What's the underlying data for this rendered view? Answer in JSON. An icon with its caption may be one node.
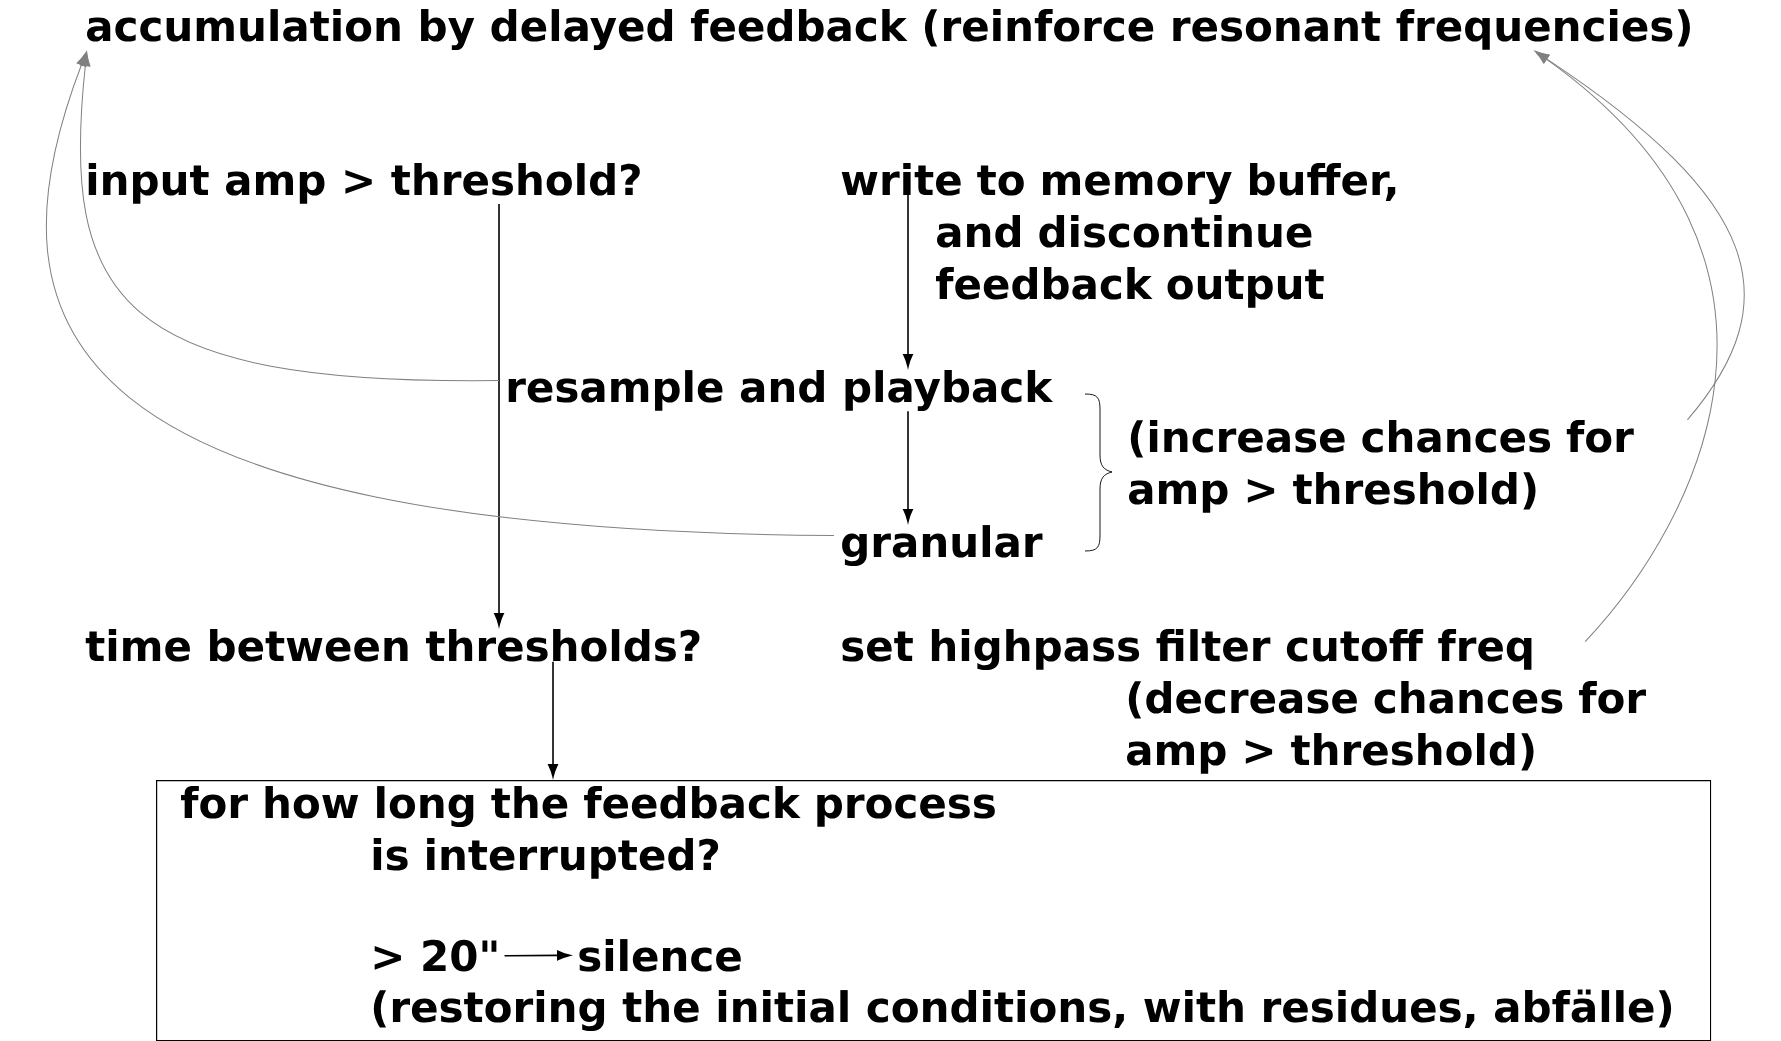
{
  "diagram": {
    "nodes": [
      {
        "text": [
          "accumulation by delayed feedback (reinforce resonant frequencies)"
        ]
      },
      {
        "text": [
          "input amp > threshold?"
        ]
      },
      {
        "text": [
          "write to memory buffer, and discontinue feedback output"
        ]
      },
      {
        "text": [
          "resample and playback"
        ]
      },
      {
        "text": [
          "granular"
        ]
      },
      {
        "text": [
          "(increase chances for amp > threshold)"
        ]
      },
      {
        "text": [
          "time between thresholds?"
        ]
      },
      {
        "text": [
          "set highpass filter cutoff freq",
          "(decrease chances for amp > threshold)"
        ]
      },
      {
        "text": [
          "for how long the feedback process is interrupted?"
        ]
      },
      {
        "text": [
          "> 20\""
        ],
        "in": 8
      },
      {
        "text": [
          "silence"
        ],
        "in": 8,
        "beside": [
          "(restoring the initial conditions, with residues, abfälle)"
        ]
      }
    ],
    "edges": [
      {
        "from": 1,
        "to": 6,
        "arrow": "to"
      },
      {
        "from": 2,
        "to": 3,
        "arrow": "to"
      },
      {
        "from": 3,
        "to": 4,
        "arrow": "to"
      },
      {
        "from": 6,
        "to": 8,
        "arrow": "to"
      },
      {
        "from": 9,
        "to": 10,
        "arrow": "to"
      },
      {
        "from": 3,
        "to": 0,
        "arrow": "to",
        "color": "#808080"
      },
      {
        "from": 4,
        "to": 0,
        "arrow": "to",
        "color": "#808080"
      },
      {
        "from": 5,
        "to": 0,
        "arrow": "to",
        "color": "#808080"
      },
      {
        "from": 7,
        "to": 0,
        "arrow": "to",
        "color": "#808080"
      }
    ]
  }
}
